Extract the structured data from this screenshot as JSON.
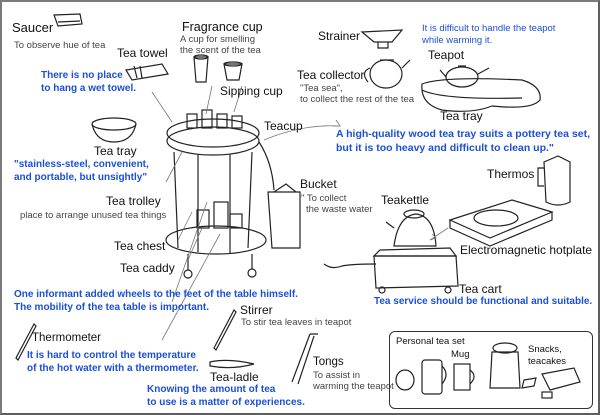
{
  "title": "Tea service items diagram",
  "colors": {
    "note": "#1a4fd6",
    "label": "#111111",
    "sub": "#444444",
    "frame": "#7a7a7a"
  },
  "items": {
    "saucer": {
      "label": "Saucer",
      "sub": "To observe hue of tea"
    },
    "fragrance_cup": {
      "label": "Fragrance cup",
      "sub1": "A cup for smelling",
      "sub2": "the scent of the tea"
    },
    "sipping_cup": {
      "label": "Sipping cup"
    },
    "tea_towel": {
      "label": "Tea towel",
      "note1": "There is no place",
      "note2": "to hang a wet towel."
    },
    "strainer": {
      "label": "Strainer"
    },
    "tea_collector": {
      "label": "Tea collector",
      "sub1": "\"Tea sea\",",
      "sub2": "to collect the rest of the tea"
    },
    "teapot": {
      "label": "Teapot",
      "note1": "It is difficult to handle the teapot",
      "note2": "while warming it."
    },
    "tea_tray_wood": {
      "label": "Tea tray",
      "note1": "A high-quality wood tea tray suits a pottery tea set,",
      "note2": "but it is too heavy and difficult to clean up.\""
    },
    "teacup": {
      "label": "Teacup"
    },
    "tea_tray_steel": {
      "label": "Tea tray",
      "note1": "\"stainless-steel, convenient,",
      "note2": "and portable, but unsightly\""
    },
    "tea_trolley": {
      "label": "Tea trolley",
      "sub": "place to arrange unused tea things"
    },
    "bucket": {
      "label": "Bucket",
      "sub1": "\" To collect",
      "sub2": "the waste water"
    },
    "thermos": {
      "label": "Thermos"
    },
    "teakettle": {
      "label": "Teakettle"
    },
    "hotplate": {
      "label": "Electromagnetic hotplate"
    },
    "tea_chest": {
      "label": "Tea chest"
    },
    "tea_caddy": {
      "label": "Tea caddy"
    },
    "tea_cart": {
      "label": "Tea cart",
      "note": "Tea service should be functional and suitable."
    },
    "wheels_note": {
      "note1": "One informant added wheels to the feet of the table himself.",
      "note2": "The mobility of the tea table is important."
    },
    "thermometer": {
      "label": "Thermometer",
      "note1": "It is hard to control the temperature",
      "note2": "of the hot water with a thermometer."
    },
    "stirrer": {
      "label": "Stirrer",
      "sub": "To stir tea leaves in teapot"
    },
    "tea_ladle": {
      "label": "Tea-ladle",
      "note1": "Knowing the amount of tea",
      "note2": "to use  is a matter of experiences."
    },
    "tongs": {
      "label": "Tongs",
      "sub1": "To assist in",
      "sub2": "warming the teapot"
    },
    "personal_set": {
      "label": "Personal tea set",
      "mug": "Mug",
      "snacks1": "Snacks,",
      "snacks2": "teacakes"
    }
  }
}
